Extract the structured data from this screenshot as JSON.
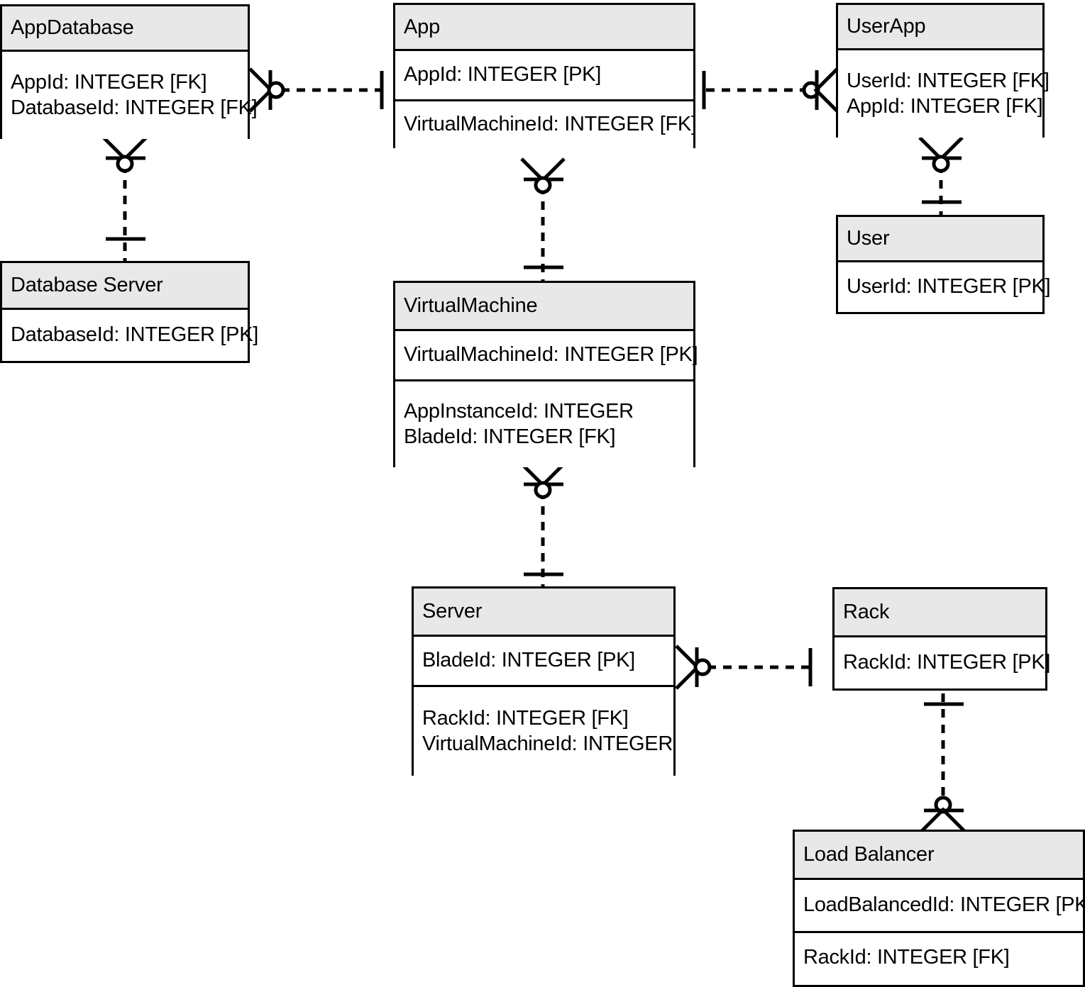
{
  "diagram": {
    "type": "entity-relationship-diagram",
    "notation": "crows-foot",
    "colors": {
      "header_fill": "#e8e8e8",
      "body_fill": "#ffffff",
      "stroke": "#000000"
    },
    "entities": [
      {
        "id": "appdatabase",
        "name": "AppDatabase",
        "sections": [
          {
            "attributes": [
              "AppId: INTEGER [FK]",
              "DatabaseId: INTEGER [FK]"
            ]
          }
        ]
      },
      {
        "id": "app",
        "name": "App",
        "sections": [
          {
            "attributes": [
              "AppId: INTEGER [PK]"
            ]
          },
          {
            "attributes": [
              "VirtualMachineId: INTEGER [FK]"
            ]
          }
        ]
      },
      {
        "id": "userapp",
        "name": "UserApp",
        "sections": [
          {
            "attributes": [
              "UserId: INTEGER [FK]",
              "AppId: INTEGER [FK]"
            ]
          }
        ]
      },
      {
        "id": "databaseserver",
        "name": "Database Server",
        "sections": [
          {
            "attributes": [
              "DatabaseId: INTEGER [PK]"
            ]
          }
        ]
      },
      {
        "id": "user",
        "name": "User",
        "sections": [
          {
            "attributes": [
              "UserId: INTEGER [PK]"
            ]
          }
        ]
      },
      {
        "id": "virtualmachine",
        "name": "VirtualMachine",
        "sections": [
          {
            "attributes": [
              "VirtualMachineId: INTEGER [PK]"
            ]
          },
          {
            "attributes": [
              "AppInstanceId: INTEGER",
              "BladeId: INTEGER [FK]"
            ]
          }
        ]
      },
      {
        "id": "server",
        "name": "Server",
        "sections": [
          {
            "attributes": [
              "BladeId: INTEGER [PK]"
            ]
          },
          {
            "attributes": [
              "RackId: INTEGER [FK]",
              "VirtualMachineId: INTEGER"
            ]
          }
        ]
      },
      {
        "id": "rack",
        "name": "Rack",
        "sections": [
          {
            "attributes": [
              "RackId: INTEGER [PK]"
            ]
          }
        ]
      },
      {
        "id": "loadbalancer",
        "name": "Load Balancer",
        "sections": [
          {
            "attributes": [
              "LoadBalancedId: INTEGER [PK]"
            ]
          },
          {
            "attributes": [
              "RackId: INTEGER [FK]"
            ]
          }
        ]
      }
    ],
    "relationships": [
      {
        "id": "appdatabase-app",
        "from": "appdatabase",
        "to": "app",
        "from_cardinality": "zero-or-many",
        "to_cardinality": "exactly-one",
        "line": "dashed"
      },
      {
        "id": "appdatabase-databaseserver",
        "from": "appdatabase",
        "to": "databaseserver",
        "from_cardinality": "zero-or-many",
        "to_cardinality": "exactly-one",
        "line": "dashed"
      },
      {
        "id": "app-userapp",
        "from": "app",
        "to": "userapp",
        "from_cardinality": "exactly-one",
        "to_cardinality": "zero-or-many",
        "line": "dashed"
      },
      {
        "id": "userapp-user",
        "from": "userapp",
        "to": "user",
        "from_cardinality": "zero-or-many",
        "to_cardinality": "exactly-one",
        "line": "dashed"
      },
      {
        "id": "app-virtualmachine",
        "from": "app",
        "to": "virtualmachine",
        "from_cardinality": "zero-or-many",
        "to_cardinality": "exactly-one",
        "line": "dashed"
      },
      {
        "id": "virtualmachine-server",
        "from": "virtualmachine",
        "to": "server",
        "from_cardinality": "zero-or-many",
        "to_cardinality": "exactly-one",
        "line": "dashed"
      },
      {
        "id": "server-rack",
        "from": "server",
        "to": "rack",
        "from_cardinality": "zero-or-many",
        "to_cardinality": "exactly-one",
        "line": "dashed"
      },
      {
        "id": "rack-loadbalancer",
        "from": "rack",
        "to": "loadbalancer",
        "from_cardinality": "exactly-one",
        "to_cardinality": "zero-or-many",
        "line": "dashed"
      }
    ]
  }
}
